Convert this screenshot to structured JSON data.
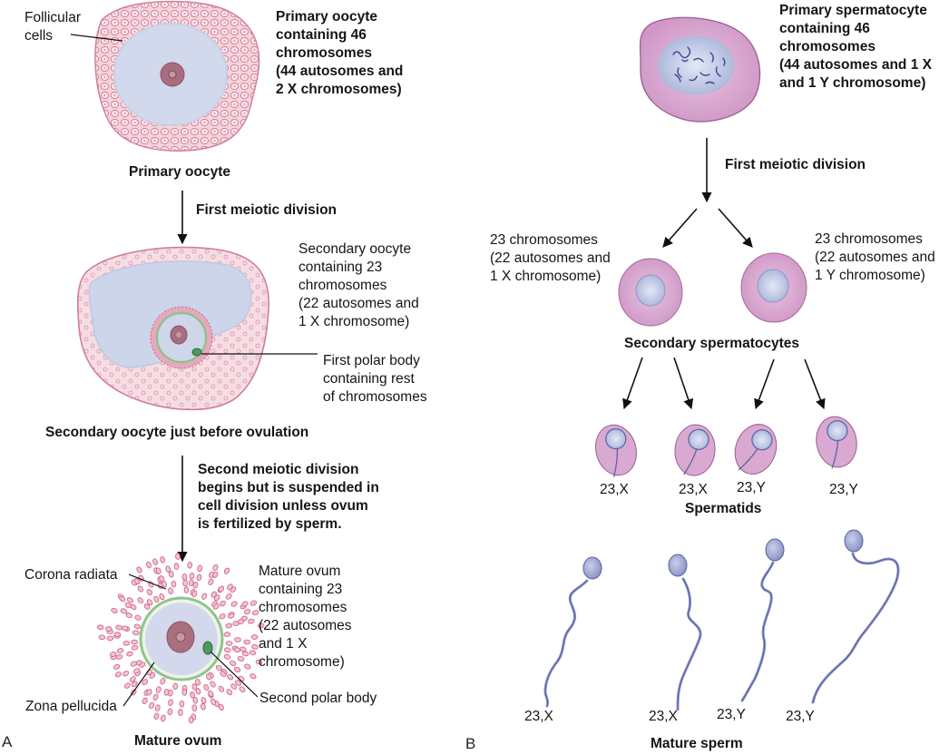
{
  "panel_a": {
    "letter": "A",
    "primary_oocyte": {
      "label_callout": "Follicular\ncells",
      "description": "Primary oocyte\ncontaining 46\nchromosomes\n(44 autosomes and\n2 X chromosomes)",
      "caption": "Primary oocyte"
    },
    "first_division": "First meiotic division",
    "secondary_oocyte": {
      "description": "Secondary oocyte\ncontaining 23\nchromosomes\n(22 autosomes and\n1 X chromosome)",
      "polar_body_callout": "First polar body\ncontaining rest\nof chromosomes",
      "caption": "Secondary oocyte just before ovulation"
    },
    "second_division": "Second meiotic division\nbegins but is suspended in\ncell division unless ovum\nis fertilized by sperm.",
    "mature_ovum": {
      "corona_callout": "Corona radiata",
      "zona_callout": "Zona pellucida",
      "description": "Mature ovum\ncontaining 23\nchromosomes\n(22 autosomes\nand 1 X\nchromosome)",
      "polar_body_callout": "Second polar body",
      "caption": "Mature ovum"
    }
  },
  "panel_b": {
    "letter": "B",
    "primary_spermatocyte": {
      "description": "Primary spermatocyte\ncontaining 46\nchromosomes\n(44 autosomes and 1 X\nand 1 Y chromosome)"
    },
    "first_division": "First meiotic division",
    "secondary_left": "23 chromosomes\n(22 autosomes and\n1 X chromosome)",
    "secondary_right": "23 chromosomes\n(22 autosomes and\n1 Y chromosome)",
    "secondary_caption": "Secondary spermatocytes",
    "spermatid_labels": [
      "23,X",
      "23,X",
      "23,Y",
      "23,Y"
    ],
    "spermatids_caption": "Spermatids",
    "sperm_labels": [
      "23,X",
      "23,X",
      "23,Y",
      "23,Y"
    ],
    "sperm_caption": "Mature sperm"
  },
  "colors": {
    "cell_pink": "#e9b7c6",
    "cell_pink_edge": "#c9607e",
    "cytoplasm_blue": "#d3d9ec",
    "nucleus": "#a8707f",
    "zona_green": "#8fc48f",
    "polar_green": "#4e9a5a",
    "spermatocyte_purple": "#d7a6cf",
    "spermatocyte_edge": "#9a5d93",
    "sperm_blue": "#9ea6d2",
    "sperm_edge": "#5d639e"
  }
}
